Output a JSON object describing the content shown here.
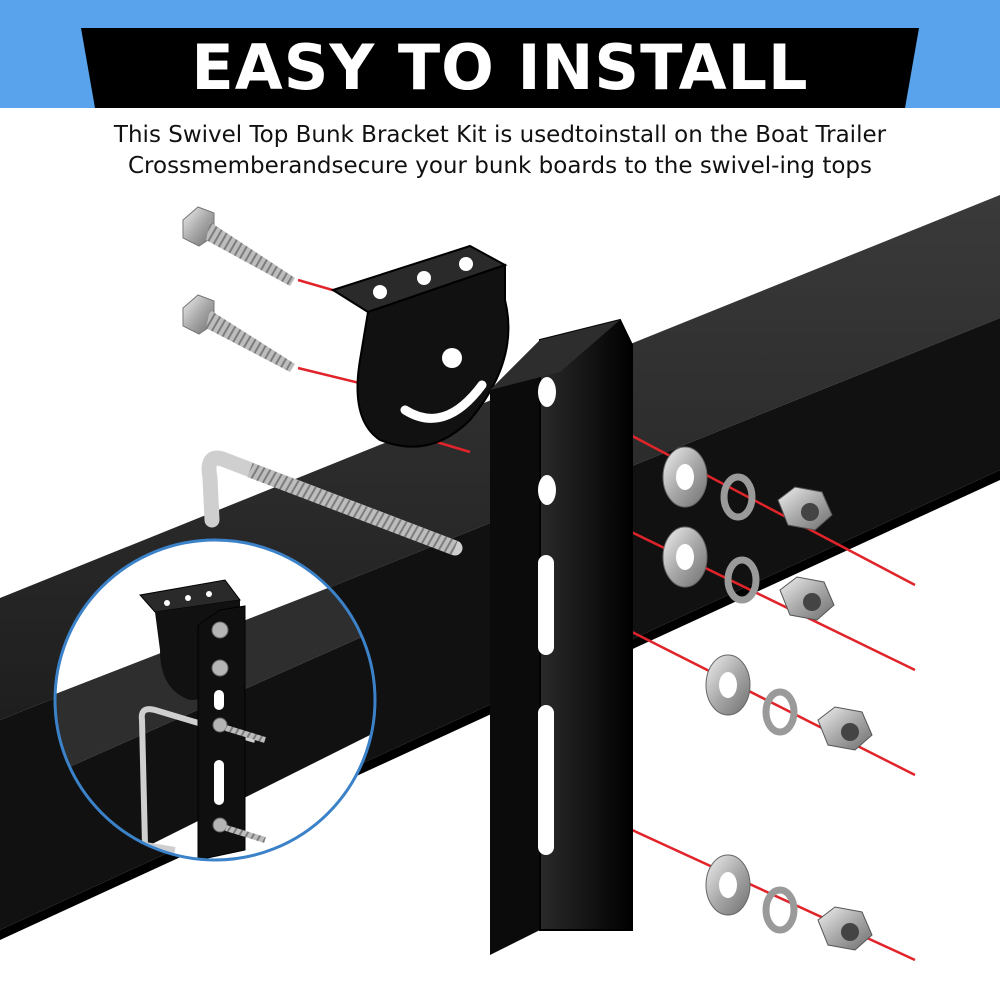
{
  "header": {
    "title": "EASY TO INSTALL",
    "subtitle_line1": "This Swivel Top Bunk Bracket Kit is usedtoinstall on the Boat Trailer",
    "subtitle_line2": "Crossmemberandsecure your bunk boards to the swivel-ing tops"
  },
  "colors": {
    "banner_blue": "#58a3ec",
    "banner_black": "#000000",
    "crossmember": "#1b1b1b",
    "guide_line": "#e0242a"
  },
  "parts": {
    "lag_screws": 2,
    "washer_sets": 4,
    "u_bolt": 1,
    "swivel_bracket": 1,
    "vertical_bracket": 1
  }
}
